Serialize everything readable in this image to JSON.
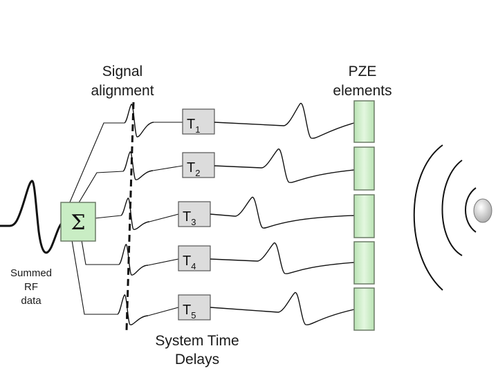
{
  "labels": {
    "signal_alignment": [
      "Signal",
      "alignment"
    ],
    "pze_elements": [
      "PZE",
      "elements"
    ],
    "summed_rf": [
      "Summed",
      "RF",
      "data"
    ],
    "system_delays": [
      "System Time",
      "Delays"
    ]
  },
  "summer": {
    "symbol": "Σ"
  },
  "delays": [
    {
      "base": "T",
      "sub": "1"
    },
    {
      "base": "T",
      "sub": "2"
    },
    {
      "base": "T",
      "sub": "3"
    },
    {
      "base": "T",
      "sub": "4"
    },
    {
      "base": "T",
      "sub": "5"
    }
  ],
  "colors": {
    "element_fill": "#c9edc4",
    "element_stroke": "#6b7b66",
    "delay_fill": "#dcdcdc",
    "delay_stroke": "#555555",
    "sphere": "#d8d8d8"
  }
}
